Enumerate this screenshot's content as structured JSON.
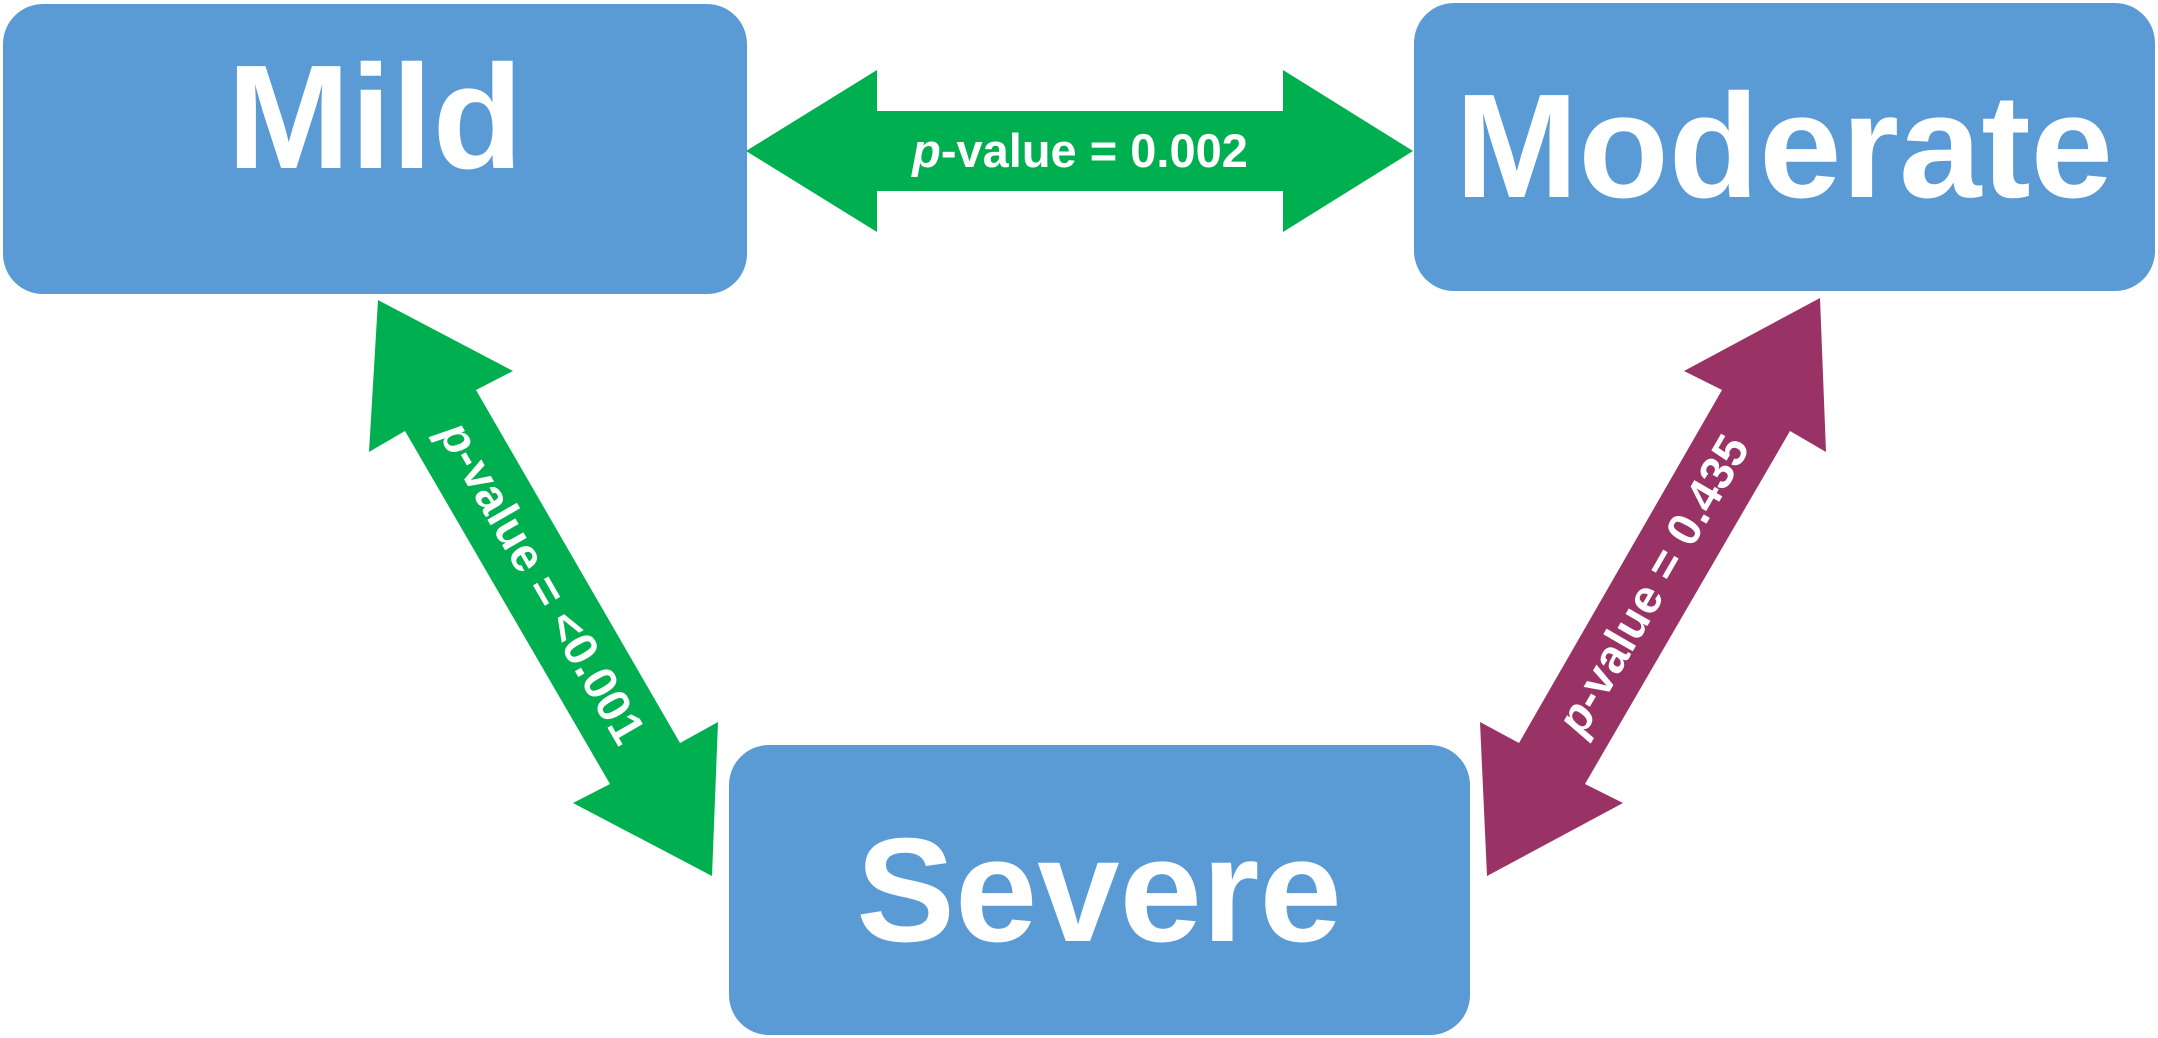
{
  "nodes": {
    "mild": {
      "label": "Mild"
    },
    "moderate": {
      "label": "Moderate"
    },
    "severe": {
      "label": "Severe"
    }
  },
  "edges": {
    "mild_moderate": {
      "p_symbol": "p",
      "text": "-value = 0.002",
      "color": "#00b050"
    },
    "mild_severe": {
      "p_symbol": "p",
      "text": "-value = <0.001",
      "color": "#00b050"
    },
    "moderate_severe": {
      "p_symbol": "p",
      "text": "-value = 0.435",
      "color": "#993366"
    }
  },
  "colors": {
    "node_fill": "#5b9bd5",
    "node_text": "#ffffff",
    "significant_arrow": "#00b050",
    "nonsignificant_arrow": "#993366"
  }
}
